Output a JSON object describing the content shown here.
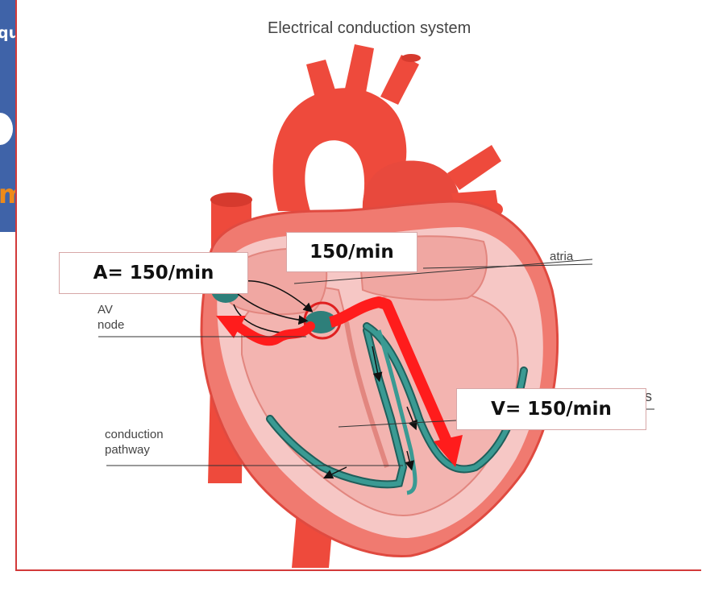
{
  "title": "Electrical conduction system",
  "labels": {
    "atria": "atria",
    "av": "AV\nnode",
    "conduction": "conduction\npathway",
    "partial": "s"
  },
  "rate_boxes": {
    "atrial": "A= 150/min",
    "center": "150/min",
    "ventricular": "V= 150/min"
  },
  "left_panel": {
    "fragment_top": "qu",
    "fragment_bottom": "m"
  },
  "colors": {
    "heart_red": "#ee4a3c",
    "heart_dark": "#d63a2e",
    "chamber_pink": "#f6c7c5",
    "pathway_teal": "#2e7f7a",
    "arrow_red": "#ff1c1c",
    "panel_blue": "#3f63a8",
    "frame_red": "#d23a3a"
  }
}
